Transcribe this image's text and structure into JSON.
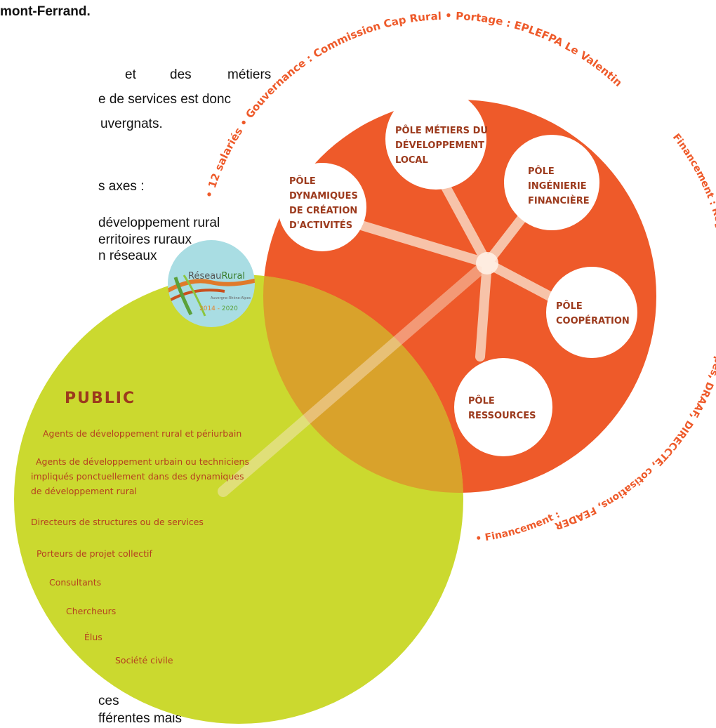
{
  "background_text": {
    "line1": "mont-Ferrand.",
    "line2a": "et",
    "line2b": "des",
    "line2c": "métiers",
    "line3": "e de services est donc",
    "line4": "uvergnats.",
    "line5": "s axes :",
    "line6": "développement rural",
    "line7": "erritoires ruraux",
    "line8": "n réseaux",
    "line9": "ces",
    "line10": "fférentes mais"
  },
  "ring_labels": {
    "top": "• 12 salariés • Gouvernance : Commission Cap Rural • Portage : EPLEFPA Le Valentin",
    "right": "Financement : Région Auvergne-Rhône-Alpes, DRAAF, DIRECCTE, cotisations, FEADER",
    "bottom": "• Financement :"
  },
  "fonctions_title": "FONCTIONS TRANSVERSALES",
  "poles": {
    "metiers": [
      "PÔLE MÉTIERS DU",
      "DÉVELOPPEMENT",
      "LOCAL"
    ],
    "dynamiques": [
      "PÔLE",
      "DYNAMIQUES",
      "DE CRÉATION",
      "D'ACTIVITÉS"
    ],
    "ingenierie": [
      "PÔLE",
      "INGÉNIERIE",
      "FINANCIÈRE"
    ],
    "cooperation": [
      "PÔLE",
      "COOPÉRATION"
    ],
    "ressources": [
      "PÔLE",
      "RESSOURCES"
    ]
  },
  "logo": {
    "name_a": "Réseau",
    "name_b": "Rural",
    "sub": "Auvergne-Rhône-Alpes",
    "years_a": "2014",
    "years_sep": " - ",
    "years_b": "2020"
  },
  "public": {
    "title": "PUBLIC",
    "items": [
      "Agents de développement rural et périurbain",
      "Agents de développement urbain ou techniciens",
      "impliqués ponctuellement dans des dynamiques",
      "de développement rural",
      "Directeurs de structures ou de services",
      "Porteurs de projet collectif",
      "Consultants",
      "Chercheurs",
      "Élus",
      "Société civile"
    ]
  },
  "colors": {
    "orange": "#ee5a2a",
    "green": "#cbd92f",
    "overlap": "#d9a22b",
    "logo_bg": "#a9dde3",
    "pole_text": "#9c3a1d",
    "public_title": "#9c3a1d",
    "public_text": "#b5401f"
  }
}
